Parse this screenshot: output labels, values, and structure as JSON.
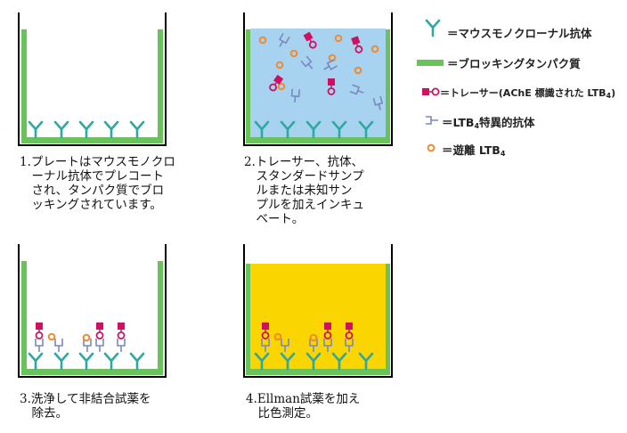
{
  "colors": {
    "antibody": "#2fa8a0",
    "blocking_protein": "#6ac25a",
    "tracer_square": "#d10f60",
    "tracer_circle": "#d10f60",
    "ltb4_antibody": "#7a88c0",
    "ltb4": "#f08a2c",
    "solution": "#a8d3f0",
    "ellman": "#fbd500",
    "well_wall": "#000000"
  },
  "legend": [
    {
      "icon": "antibody-icon",
      "text": "＝マウスモノクローナル抗体"
    },
    {
      "icon": "blocking-protein-icon",
      "text": "＝ブロッキングタンパク質"
    },
    {
      "icon": "tracer-icon",
      "text": "＝トレーサー(AChE 標識された LTB",
      "sub": "4",
      "suffix": ")"
    },
    {
      "icon": "ltb4-antibody-icon",
      "text": "＝LTB",
      "sub": "4",
      "suffix": "特異的抗体"
    },
    {
      "icon": "ltb4-icon",
      "text": "＝遊離 LTB",
      "sub": "4",
      "suffix": ""
    }
  ],
  "steps": [
    {
      "caption": "1.プレートはマウスモノクロ\n　ーナル抗体でプレコート\n　され、タンパク質でブロ\n　ッキングされています。"
    },
    {
      "caption": "2.トレーサー、抗体、\n　スタンダードサンプ\n　ルまたは未知サン\n　プルを加えインキュ\n　ベート。"
    },
    {
      "caption": "3.洗浄して非結合試薬を\n　除去。"
    },
    {
      "caption": "4.Ellman試薬を加え\n　比色測定。"
    }
  ]
}
